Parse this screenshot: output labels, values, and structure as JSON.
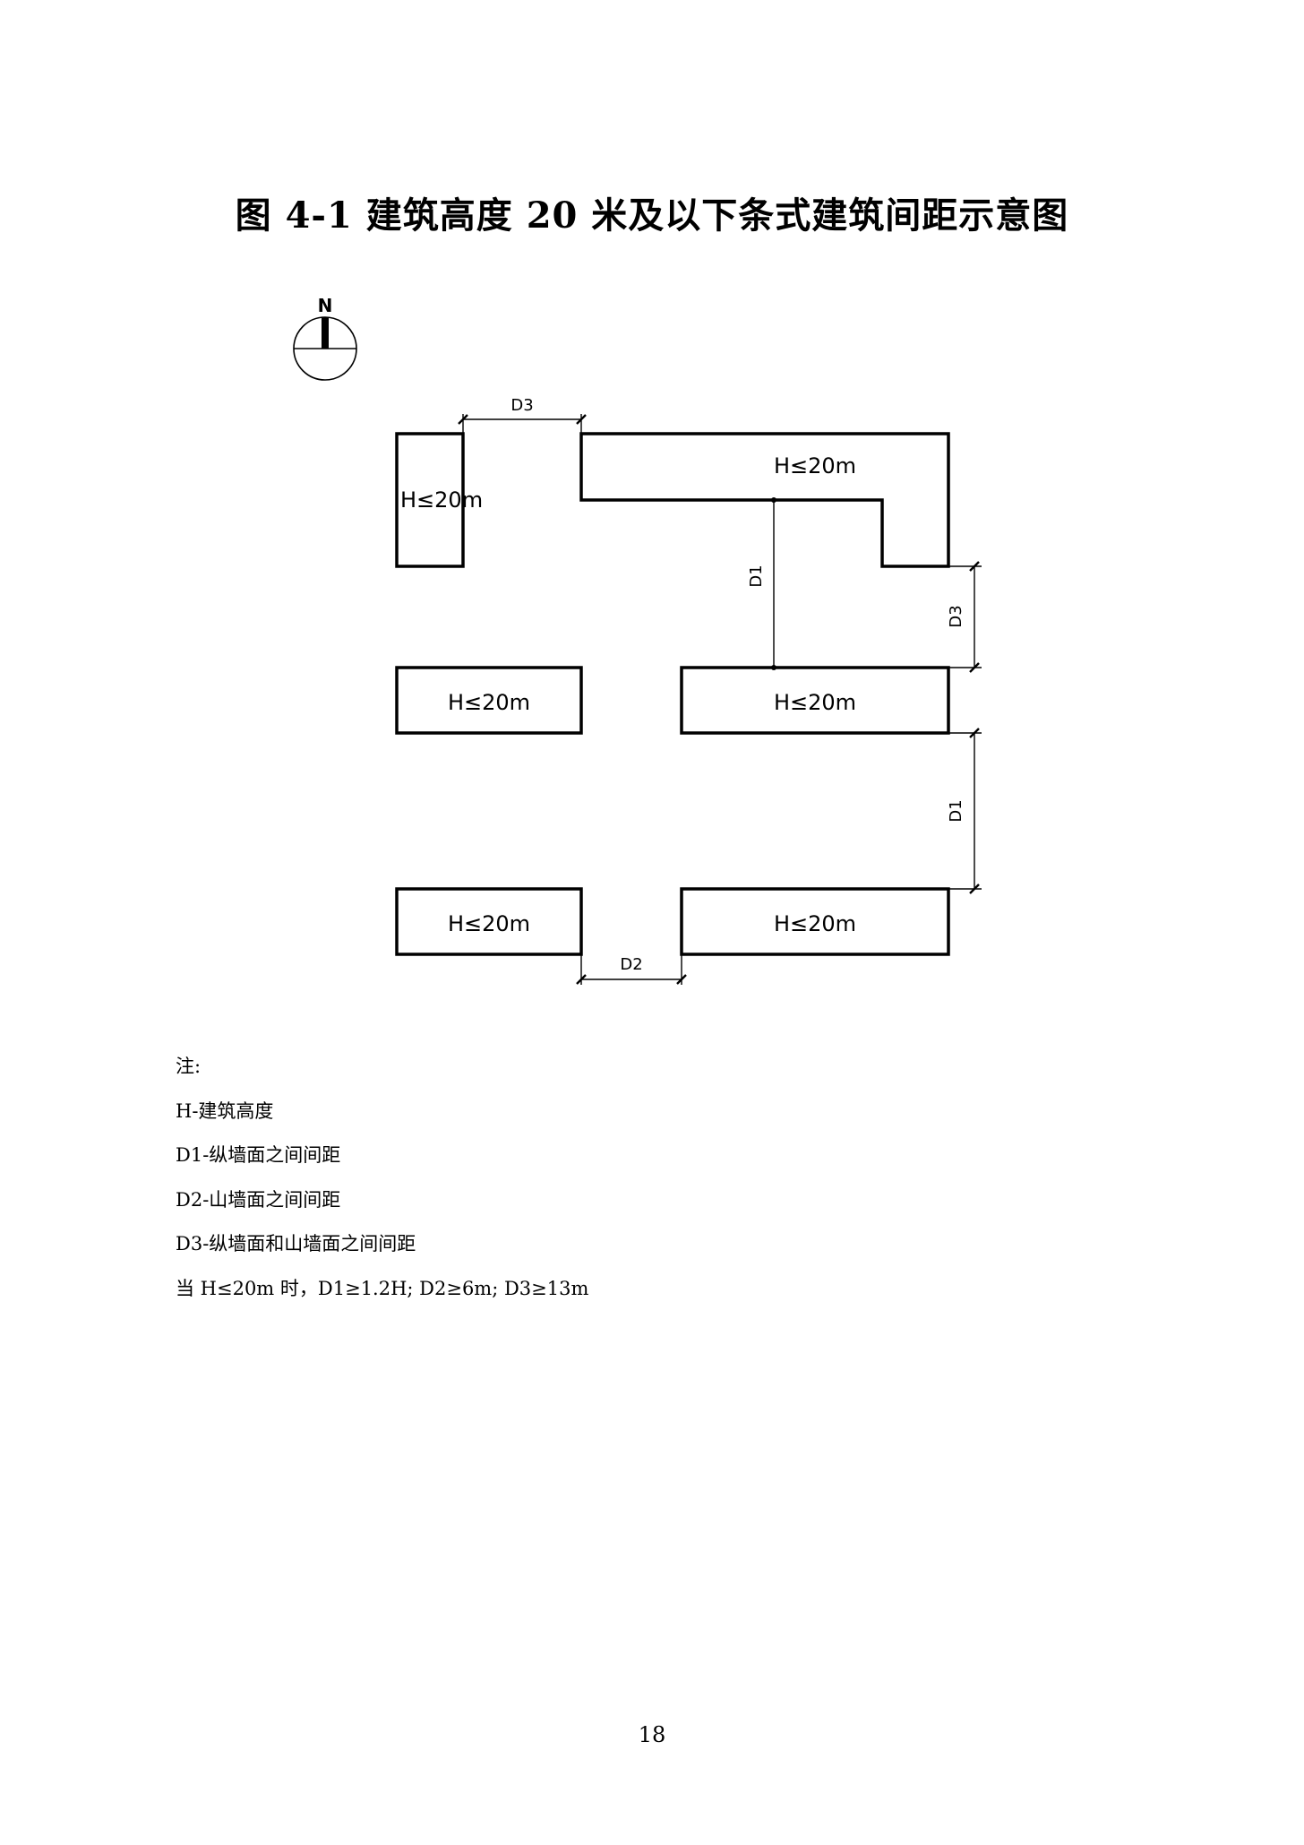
{
  "title": "图 4-1 建筑高度 20 米及以下条式建筑间距示意图",
  "compass": {
    "label": "N",
    "icon": "north-arrow-icon"
  },
  "buildings": [
    {
      "id": "tall-left",
      "label": "H≤20m"
    },
    {
      "id": "l-shape",
      "label": "H≤20m"
    },
    {
      "id": "mid-left",
      "label": "H≤20m"
    },
    {
      "id": "mid-right",
      "label": "H≤20m"
    },
    {
      "id": "bottom-left",
      "label": "H≤20m"
    },
    {
      "id": "bottom-right",
      "label": "H≤20m"
    }
  ],
  "dimensions": {
    "top_gap": "D3",
    "inner_vertical": "D1",
    "right_upper": "D3",
    "right_lower": "D1",
    "bottom_gap": "D2"
  },
  "notes": [
    "注:",
    "H-建筑高度",
    "D1-纵墙面之间间距",
    "D2-山墙面之间间距",
    "D3-纵墙面和山墙面之间间距",
    "当 H≤20m 时，D1≥1.2H; D2≥6m; D3≥13m"
  ],
  "page_number": "18"
}
